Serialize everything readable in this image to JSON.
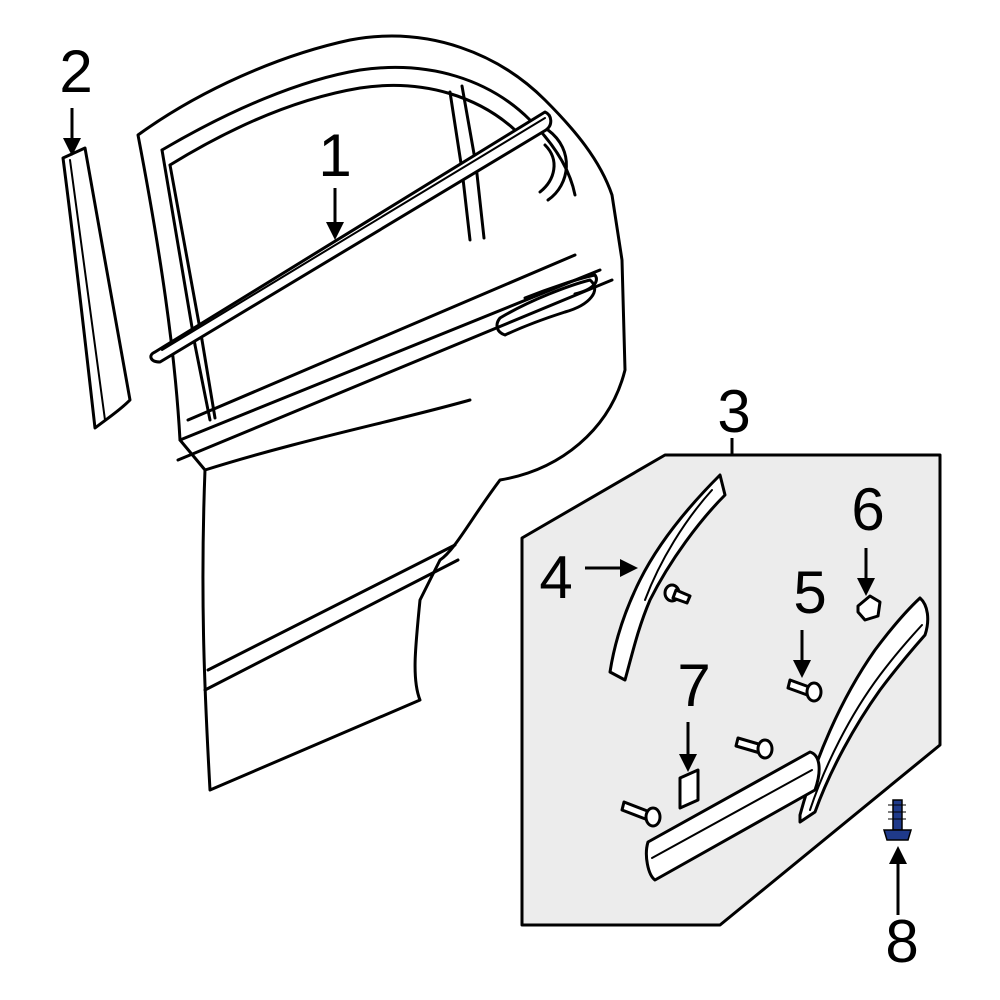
{
  "callouts": [
    {
      "id": "1",
      "label": "1"
    },
    {
      "id": "2",
      "label": "2"
    },
    {
      "id": "3",
      "label": "3"
    },
    {
      "id": "4",
      "label": "4"
    },
    {
      "id": "5",
      "label": "5"
    },
    {
      "id": "6",
      "label": "6"
    },
    {
      "id": "7",
      "label": "7"
    },
    {
      "id": "8",
      "label": "8"
    }
  ],
  "colors": {
    "line": "#000000",
    "panel_fill": "#ececec",
    "part_fill": "#ffffff",
    "highlight_bolt": "#1f3a8a"
  }
}
